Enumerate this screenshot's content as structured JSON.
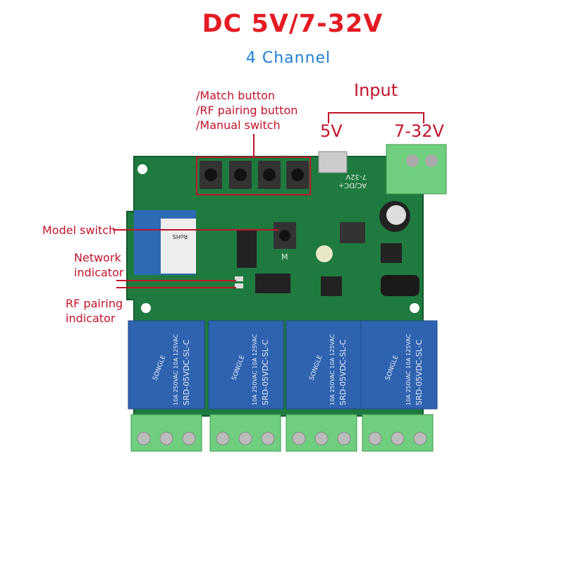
{
  "header": {
    "title": "DC 5V/7-32V",
    "subtitle": "4 Channel"
  },
  "annotations": {
    "buttons": [
      "/Match button",
      "/RF pairing button",
      "/Manual switch"
    ],
    "input": "Input",
    "input_5v": "5V",
    "input_7_32v": "7-32V",
    "model_switch": "Model switch",
    "network_indicator": [
      "Network",
      "indicator"
    ],
    "rf_pairing_indicator": [
      "RF pairing",
      "indicator"
    ]
  },
  "board": {
    "silkscreen_power": "7-32V",
    "silkscreen_acdc": "AC/DC+",
    "silkscreen_mode": "M",
    "module_brand": "RoHS",
    "relay_brand": "SONGLE",
    "relay_model": "SRD-05VDC-SL-C",
    "relay_rating": "10A 250VAC 10A 125VAC"
  },
  "colors": {
    "title": "#e31b23",
    "subtitle": "#1f7fd6",
    "annotation": "#c1142b",
    "pcb": "#1f7a3f",
    "relay": "#2f63b0",
    "terminal": "#6fcf7f"
  }
}
